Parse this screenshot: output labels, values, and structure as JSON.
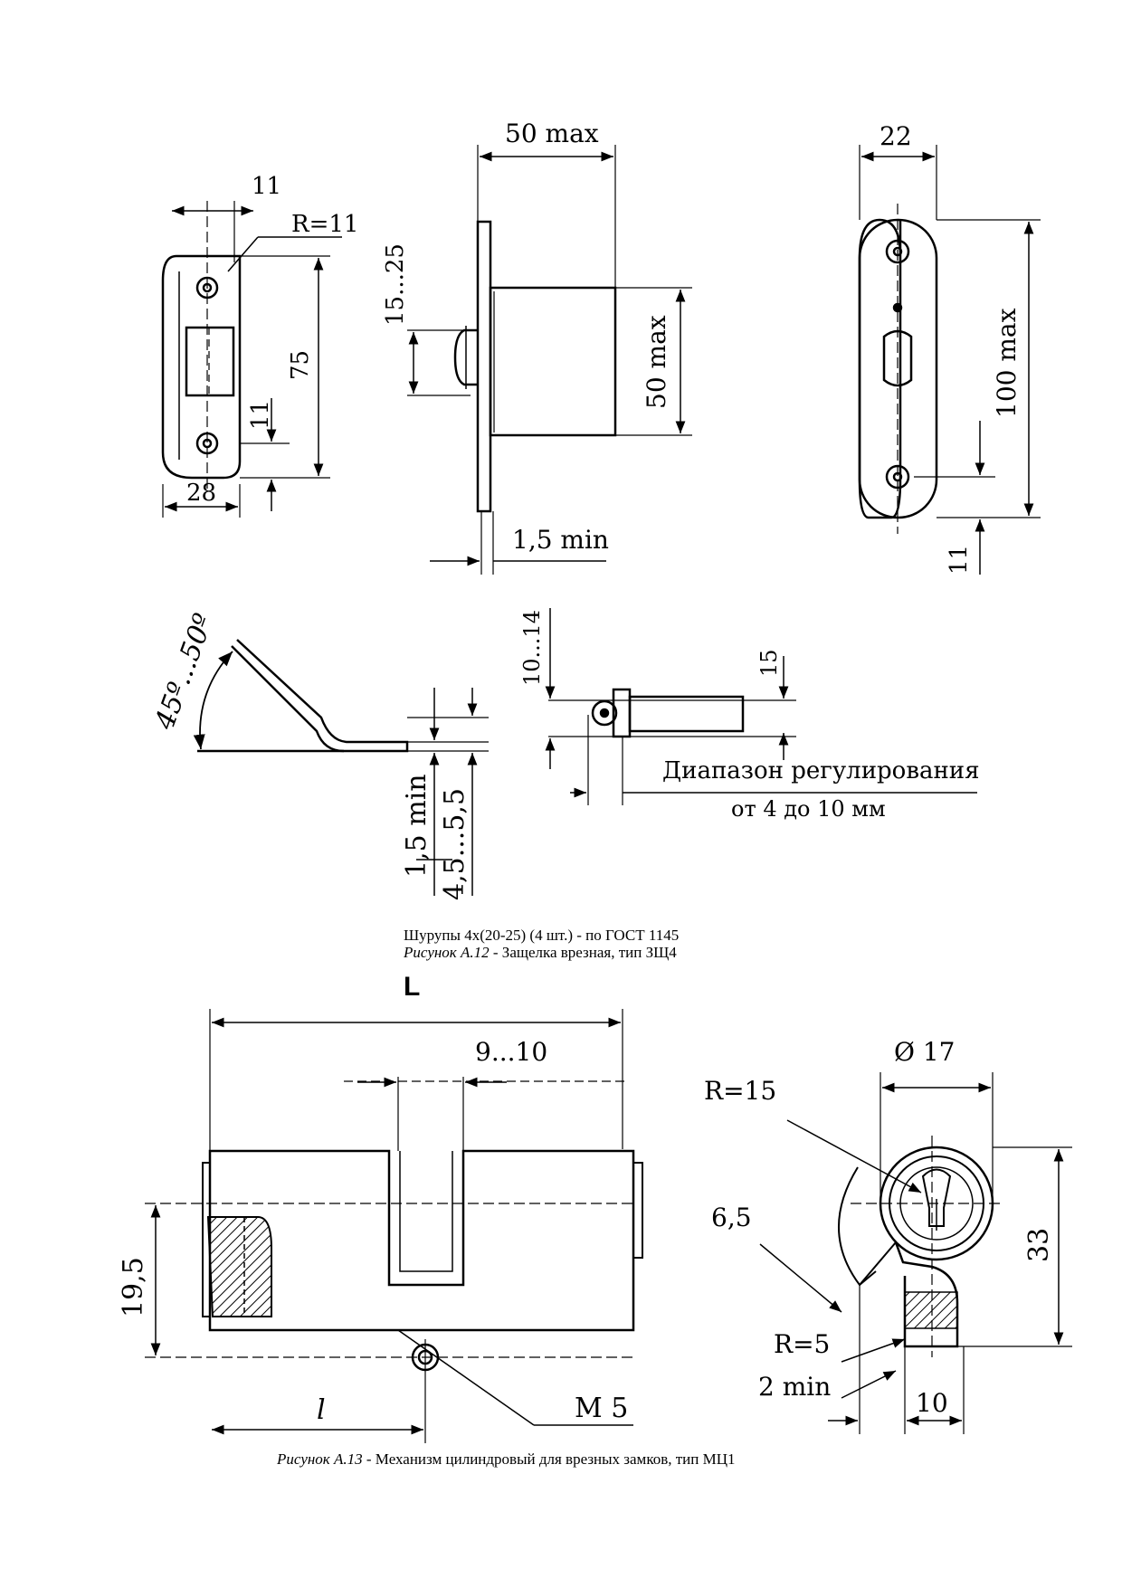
{
  "figure_a12": {
    "strike_plate": {
      "dim_top": "11",
      "dim_radius": "R=11",
      "dim_height": "75",
      "dim_side": "11",
      "dim_width": "28"
    },
    "latch_side": {
      "dim_length": "50 max",
      "dim_range": "15...25",
      "dim_depth": "50 max",
      "dim_plate": "1,5 min"
    },
    "face_plate": {
      "dim_width": "22",
      "dim_height": "100 max",
      "dim_bottom": "11"
    },
    "angle_detail": {
      "dim_angle": "45º...50º",
      "dim_min": "1,5 min",
      "dim_range": "4,5...5,5"
    },
    "adjust_detail": {
      "dim_range": "10...14",
      "dim_side": "15",
      "label_line1": "Диапазон регулирования",
      "label_line2": "от 4 до 10 мм"
    },
    "caption_note": "Шурупы 4х(20-25) (4 шт.) - по ГОСТ 1145",
    "caption_ref": "Рисунок А.12",
    "caption_text": " - Защелка врезная, тип ЗЩ4"
  },
  "figure_a13": {
    "dim_L": "L",
    "dim_slot": "9...10",
    "dim_height": "19,5",
    "dim_l": "l",
    "dim_thread": "M 5",
    "dim_diameter": "Ø 17",
    "dim_radius15": "R=15",
    "dim_65": "6,5",
    "dim_radius5": "R=5",
    "dim_2min": "2 min",
    "dim_10": "10",
    "dim_33": "33",
    "caption_ref": "Рисунок А.13",
    "caption_text": " - Механизм цилиндровый для врезных замков, тип МЦ1"
  }
}
